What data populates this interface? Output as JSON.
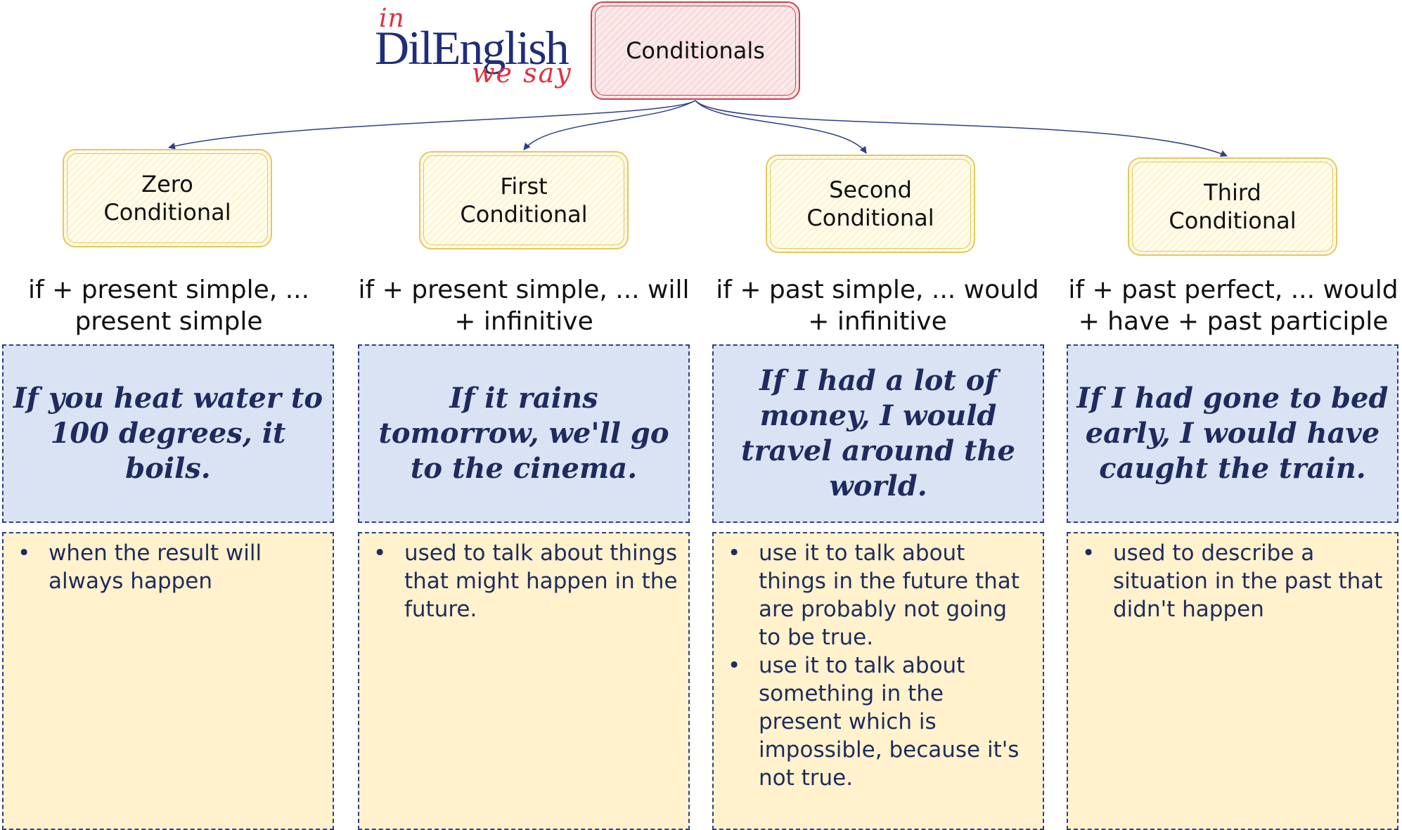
{
  "logo": {
    "prefix": "in",
    "name": "DilEnglish",
    "suffix": "we say"
  },
  "root": {
    "label": "Conditionals"
  },
  "conditionals": [
    {
      "name_line1": "Zero",
      "name_line2": "Conditional",
      "formula": "if + present simple, ... present simple",
      "example": "If you heat water to 100 degrees, it boils.",
      "uses": [
        "when the result will always happen"
      ]
    },
    {
      "name_line1": "First",
      "name_line2": "Conditional",
      "formula": "if + present simple, ... will + infinitive",
      "example": "If it rains tomorrow, we'll go to the cinema.",
      "uses": [
        "used to talk about things that might happen in the future."
      ]
    },
    {
      "name_line1": "Second",
      "name_line2": "Conditional",
      "formula": "if + past simple, ... would + infinitive",
      "example": "If I had a lot of money, I would travel around the world.",
      "uses": [
        "use it to talk about things in the future that are probably not going to be true.",
        "use it to talk about something in the present which is impossible, because it's not true."
      ]
    },
    {
      "name_line1": "Third",
      "name_line2": "Conditional",
      "formula": "if + past perfect, ... would + have + past participle",
      "example": "If I had gone to bed early, I would have caught the train.",
      "uses": [
        "used to describe a situation in the past that didn't happen"
      ]
    }
  ],
  "colors": {
    "root_border": "#c9434f",
    "box_border": "#e3c95b",
    "example_fill": "#dae3f3",
    "usage_fill": "#fff2cc",
    "dashed_border": "#2f3f86",
    "connector": "#2f3f86",
    "logo_blue": "#1f2d7b",
    "logo_red": "#e0303c"
  }
}
